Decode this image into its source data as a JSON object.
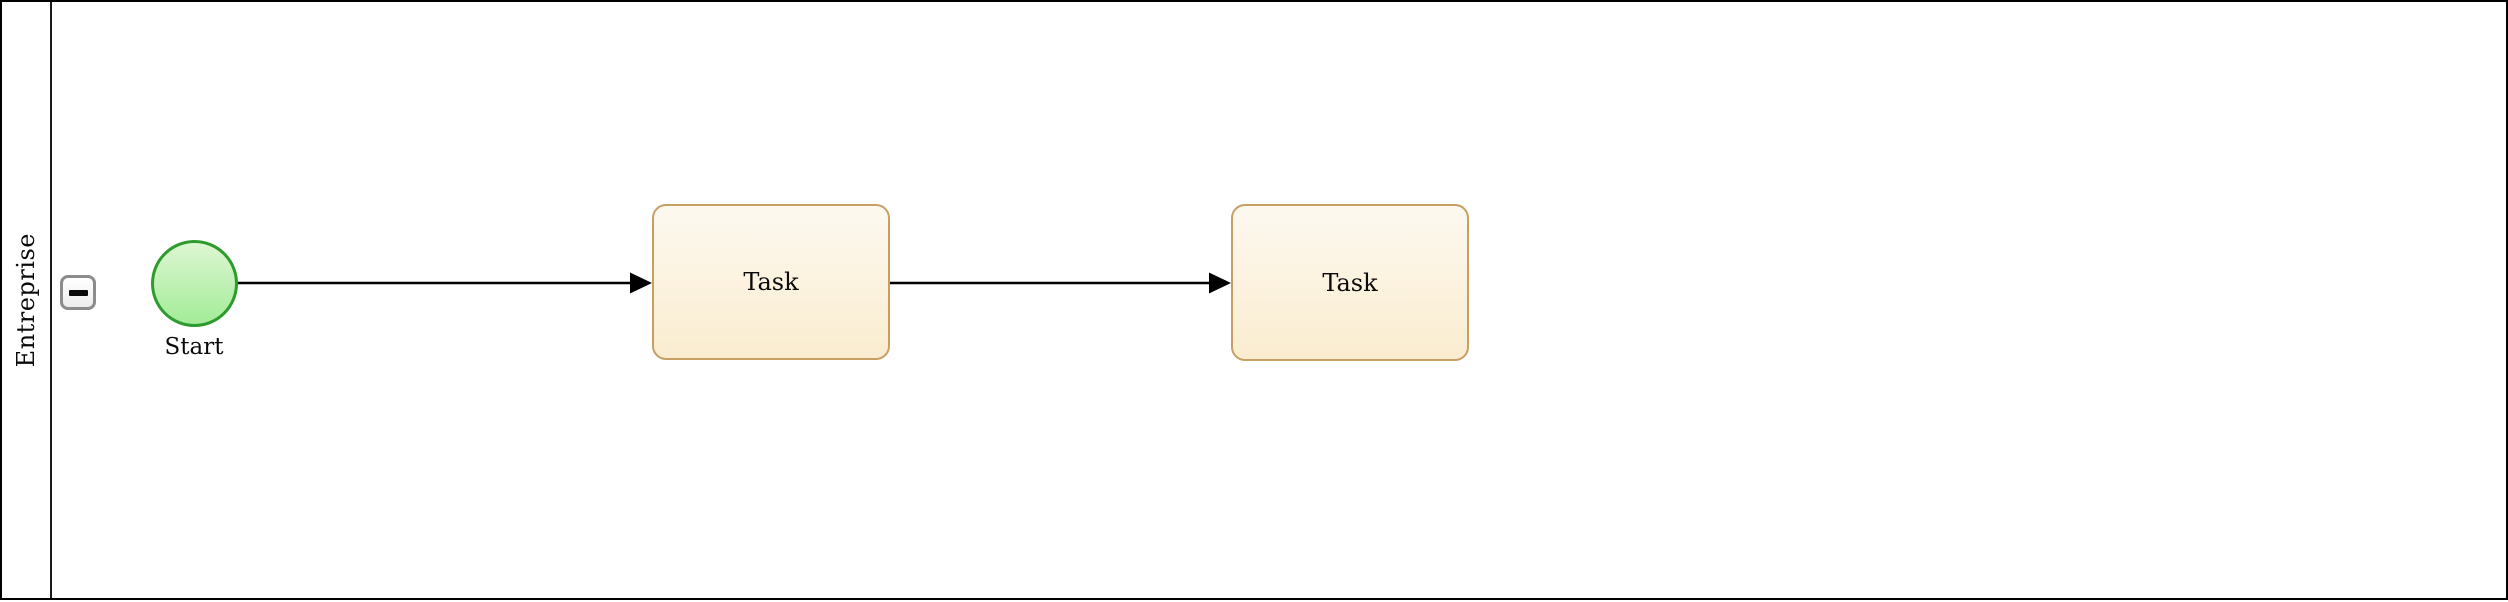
{
  "pool": {
    "label": "Entreprise",
    "collapse_button": {
      "icon": "minus-icon"
    }
  },
  "process": {
    "start_event": {
      "label": "Start"
    },
    "tasks": [
      {
        "label": "Task"
      },
      {
        "label": "Task"
      }
    ]
  },
  "colors": {
    "start_fill_top": "#ddf6d2",
    "start_fill_bottom": "#a3ec98",
    "start_border": "#2d9b2d",
    "task_fill_top": "#fdf9f0",
    "task_fill_bottom": "#faeccf",
    "task_border": "#c89f63",
    "flow_color": "#000000",
    "pool_border": "#000000",
    "button_border": "#8c8c8c",
    "text_color": "#0a0a0a"
  }
}
